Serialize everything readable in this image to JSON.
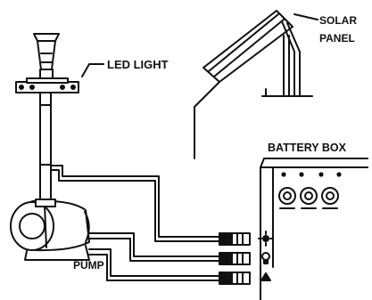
{
  "labels": {
    "led_light": "LED LIGHT",
    "solar_panel_line1": "SOLAR",
    "solar_panel_line2": "PANEL",
    "battery_box": "BATTERY BOX",
    "pump": "PUMP"
  },
  "icons": {
    "sun": "sun-icon",
    "bulb": "light-bulb-icon",
    "pump": "pump-icon"
  },
  "colors": {
    "ink": "#111111",
    "paper": "#ffffff"
  }
}
